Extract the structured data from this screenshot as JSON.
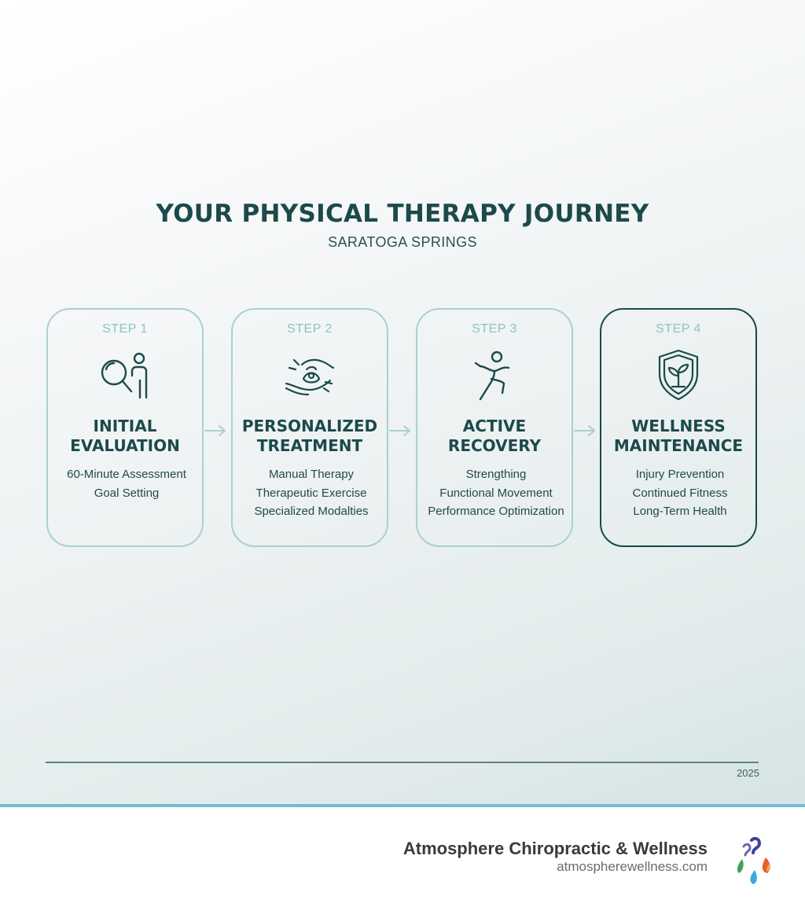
{
  "header": {
    "title": "YOUR PHYSICAL THERAPY JOURNEY",
    "subtitle": "SARATOGA SPRINGS"
  },
  "steps": [
    {
      "label": "STEP 1",
      "title_lines": [
        "INITIAL",
        "EVALUATION"
      ],
      "items": [
        "60-Minute Assessment",
        "Goal Setting"
      ],
      "icon": "magnifier-person-icon"
    },
    {
      "label": "STEP 2",
      "title_lines": [
        "PERSONALIZED",
        "TREATMENT"
      ],
      "items": [
        "Manual Therapy",
        "Therapeutic Exercise",
        "Specialized Modalties"
      ],
      "icon": "hands-care-icon"
    },
    {
      "label": "STEP 3",
      "title_lines": [
        "ACTIVE",
        "RECOVERY"
      ],
      "items": [
        "Strengthing",
        "Functional Movement",
        "Performance Optimization"
      ],
      "icon": "running-person-icon"
    },
    {
      "label": "STEP 4",
      "title_lines": [
        "WELLNESS",
        "MAINTENANCE"
      ],
      "items": [
        "Injury Prevention",
        "Continued Fitness",
        "Long-Term Health"
      ],
      "icon": "shield-plant-icon"
    }
  ],
  "footer": {
    "year": "2025",
    "brand_name": "Atmosphere Chiropractic & Wellness",
    "brand_url": "atmospherewellness.com",
    "logo_icon": "drops-logo-icon"
  },
  "colors": {
    "primary": "#1c4a4b",
    "step_label": "#8dc4c1",
    "card_border": "#a9d1cf",
    "final_card_border": "#174a4a",
    "footer_accent": "#72bcd3"
  }
}
